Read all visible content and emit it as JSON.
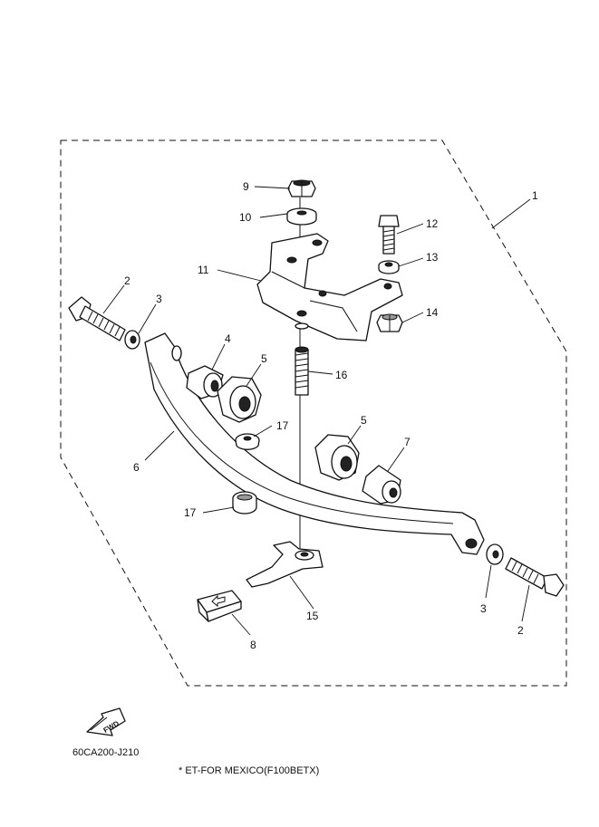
{
  "diagram_code": "60CA200-J210",
  "note": "* ET-FOR MEXICO(F100BETX)",
  "fwd_label": "FWD",
  "callouts": {
    "c1": "1",
    "c2a": "2",
    "c2b": "2",
    "c3a": "3",
    "c3b": "3",
    "c4": "4",
    "c5a": "5",
    "c5b": "5",
    "c6": "6",
    "c7": "7",
    "c8": "8",
    "c9": "9",
    "c10": "10",
    "c11": "11",
    "c12": "12",
    "c13": "13",
    "c14": "14",
    "c15": "15",
    "c16": "16",
    "c17a": "17",
    "c17b": "17"
  }
}
